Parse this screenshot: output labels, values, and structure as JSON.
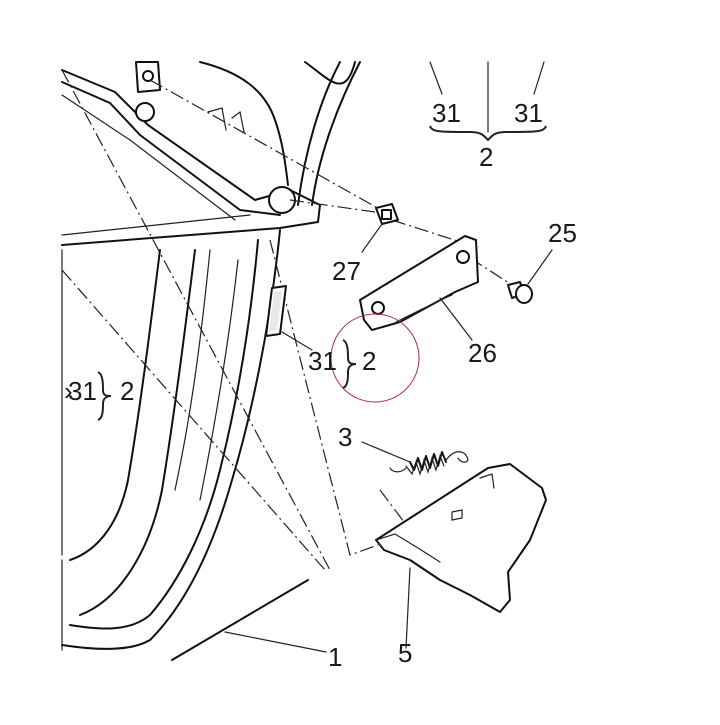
{
  "callouts": {
    "top_left_31": "31",
    "top_right_31": "31",
    "top_group_2": "2",
    "c27": "27",
    "c25": "25",
    "c26": "26",
    "mid_31": "31",
    "mid_2": "2",
    "left_31": "31",
    "left_2": "2",
    "c3": "3",
    "c1": "1",
    "c5": "5"
  },
  "colors": {
    "line": "#111111",
    "highlight_circle": "#b03040"
  }
}
